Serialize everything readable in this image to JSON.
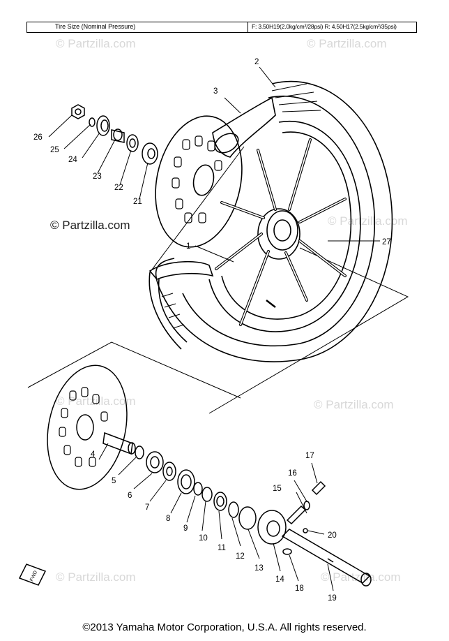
{
  "header": {
    "label": "Tire Size (Nominal Pressure)",
    "value": "F: 3.50H19(2.0kg/cm²/28psi) R: 4.50H17(2.5kg/cm²/35psi)"
  },
  "watermarks": {
    "main": "© Partzilla.com",
    "faint": "© Partzilla.com"
  },
  "part_numbers": {
    "p1": "1",
    "p2": "2",
    "p3": "3",
    "p4": "4",
    "p5": "5",
    "p6": "6",
    "p7": "7",
    "p8": "8",
    "p9": "9",
    "p10": "10",
    "p11": "11",
    "p12": "12",
    "p13": "13",
    "p14": "14",
    "p15": "15",
    "p16": "16",
    "p17": "17",
    "p18": "18",
    "p19": "19",
    "p20": "20",
    "p21": "21",
    "p22": "22",
    "p23": "23",
    "p24": "24",
    "p25": "25",
    "p26": "26",
    "p27": "27"
  },
  "fwd_label": "FWD",
  "copyright": "©2013  Yamaha Motor Corporation, U.S.A. All rights reserved."
}
